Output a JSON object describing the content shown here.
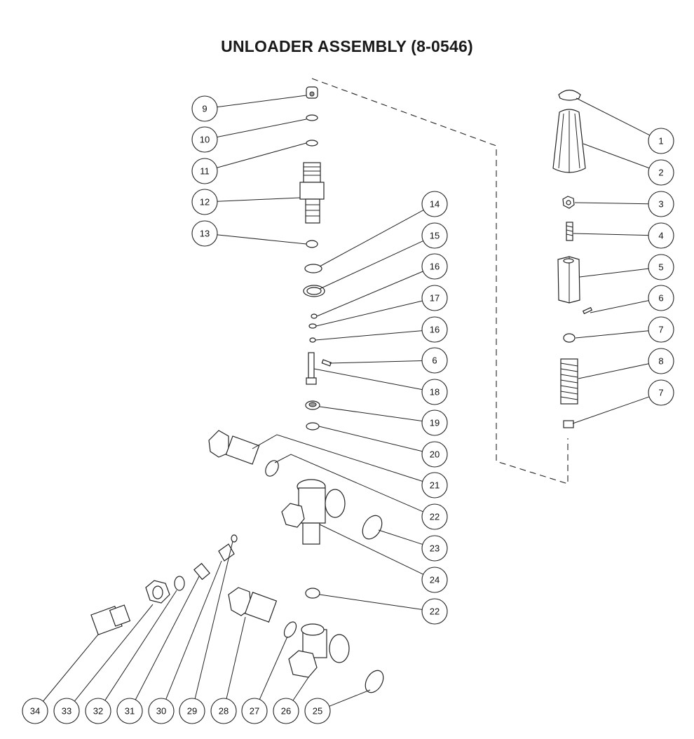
{
  "title": "UNLOADER ASSEMBLY (8-0546)",
  "callouts": [
    {
      "label": "1"
    },
    {
      "label": "2"
    },
    {
      "label": "3"
    },
    {
      "label": "4"
    },
    {
      "label": "5"
    },
    {
      "label": "6"
    },
    {
      "label": "7"
    },
    {
      "label": "8"
    },
    {
      "label": "7"
    },
    {
      "label": "9"
    },
    {
      "label": "10"
    },
    {
      "label": "11"
    },
    {
      "label": "12"
    },
    {
      "label": "13"
    },
    {
      "label": "14"
    },
    {
      "label": "15"
    },
    {
      "label": "16"
    },
    {
      "label": "17"
    },
    {
      "label": "16"
    },
    {
      "label": "6"
    },
    {
      "label": "18"
    },
    {
      "label": "19"
    },
    {
      "label": "20"
    },
    {
      "label": "21"
    },
    {
      "label": "22"
    },
    {
      "label": "23"
    },
    {
      "label": "24"
    },
    {
      "label": "22"
    },
    {
      "label": "34"
    },
    {
      "label": "33"
    },
    {
      "label": "32"
    },
    {
      "label": "31"
    },
    {
      "label": "30"
    },
    {
      "label": "29"
    },
    {
      "label": "28"
    },
    {
      "label": "27"
    },
    {
      "label": "26"
    },
    {
      "label": "25"
    }
  ]
}
